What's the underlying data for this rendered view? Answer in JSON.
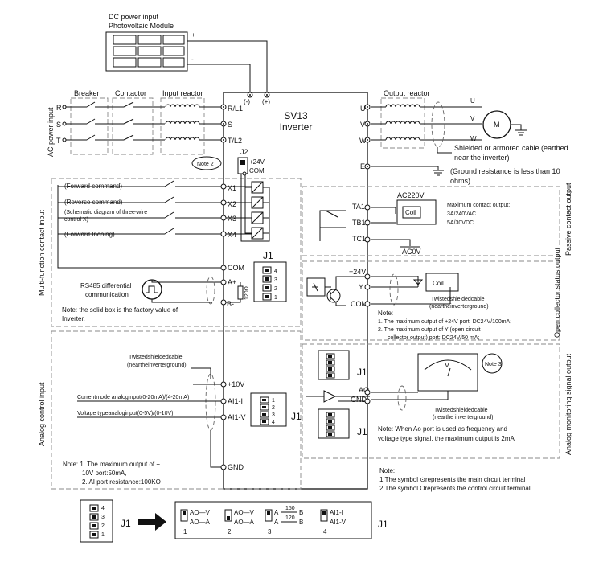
{
  "pv": {
    "title_line1": "DC power input",
    "title_line2": "Photovoltaic Module",
    "plus": "+",
    "minus": "-"
  },
  "ac_input": {
    "side_label": "AC power input",
    "phases": [
      "R",
      "S",
      "T"
    ],
    "breaker": "Breaker",
    "contactor": "Contactor",
    "reactor": "Input reactor"
  },
  "inverter": {
    "model": "SV13",
    "type": "Inverter",
    "dc_minus": "(-)",
    "dc_plus": "(+)"
  },
  "main_terminals_in": [
    "R/L1",
    "S",
    "T/L2"
  ],
  "main_terminals_out": [
    "U",
    "V",
    "W",
    "E"
  ],
  "output": {
    "reactor": "Output reactor",
    "motor_phases": [
      "U",
      "V",
      "W"
    ],
    "motor": "M",
    "cable_note_1": "Shielded or armored cable (earthed",
    "cable_note_2": "near the inverter)",
    "ground_note_1": "(Ground resistance is less than 10",
    "ground_note_2": "ohms)"
  },
  "j2": {
    "label": "J2",
    "pin1": "+24V",
    "pin2": "COM",
    "note": "Note 2"
  },
  "digital_inputs": {
    "side_label": "Multi-function contact input",
    "rows": [
      {
        "desc": "(Forward  command)",
        "terminal": "X1"
      },
      {
        "desc": "(Reverse  command)",
        "terminal": "X2"
      },
      {
        "desc": "(Schematic diagram of three-wire",
        "desc2": "control X)",
        "terminal": "X3"
      },
      {
        "desc": "(Forward  Inching)",
        "terminal": "X4"
      }
    ],
    "com": "COM",
    "rs485_1": "RS485 differential",
    "rs485_2": "communication",
    "a_plus": "A+",
    "b_minus": "B-",
    "resistor": "120Ω",
    "note1": "Note: the solid box is the factory value of",
    "note2": "Inverter.",
    "j1": "J1"
  },
  "analog_input": {
    "side_label": "Analog control input",
    "twisted1": "Twistedshieldedcable",
    "twisted2": "(neartheinverterground)",
    "plus10v": "+10V",
    "ai1i_desc": "Currentmode analoginput(0-20mA)/(4-20mA)",
    "ai1i": "AI1-I",
    "ai1v_desc": "Voltage typeanaloginput(0-5V)/(0-10V)",
    "ai1v": "AI1-V",
    "j1": "J1",
    "gnd": "GND",
    "note_l1": "Note:  1. The maximum  output of +",
    "note_l2": "10V port:50mA,",
    "note_l3": "2. AI port resistance:100KO"
  },
  "relay": {
    "side_label": "Passive contact output",
    "ta1": "TA1",
    "tb1": "TB1",
    "tc1": "TC1",
    "ac220": "AC220V",
    "coil": "Coil",
    "ac0": "AC0V",
    "max1": "Maximum  contact output:",
    "max2": "3A/240VAC",
    "max3": "5A/30VDC"
  },
  "oc": {
    "side_label": "Open collector status output",
    "p24": "+24V",
    "y": "Y",
    "com": "COM",
    "coil": "Coil",
    "twisted1": "Twistedshieldedcable",
    "twisted2": "(neartheinverterground)",
    "note": "Note:",
    "n1": "1. The maximum  output of +24V port: DC24V/100mA;",
    "n2": "2. The maximum  output of Y (open circuit",
    "n3": "collector output) port: DC24V/50 mA;"
  },
  "ao": {
    "side_label": "Analog monitoring signal output",
    "j1": "J1",
    "ao": "AO",
    "gnd": "GND",
    "meter": "V",
    "note3": "Note 3",
    "twisted1": "Twistedshieldedcable",
    "twisted2": "(nearthe inverterground)",
    "note1": "Note: When Ao port is used as frequency and",
    "note2": "voltage type signal, the maximum  output is 2mA"
  },
  "legend": {
    "note": "Note:",
    "l1": "1.The symbol  ⊙represents the main circuit terminal",
    "l2": "2.The symbol  Orepresents the control circuit terminal"
  },
  "bottom": {
    "j1": "J1",
    "sw_nums": [
      "1",
      "2",
      "3",
      "4"
    ],
    "ao_v": "AO—V",
    "ao_a": "AO—A",
    "a_label": "A",
    "b_label": "B",
    "r1": "150",
    "r2": "120",
    "ai1i": "AI1-I",
    "ai1v": "AI1-V"
  }
}
